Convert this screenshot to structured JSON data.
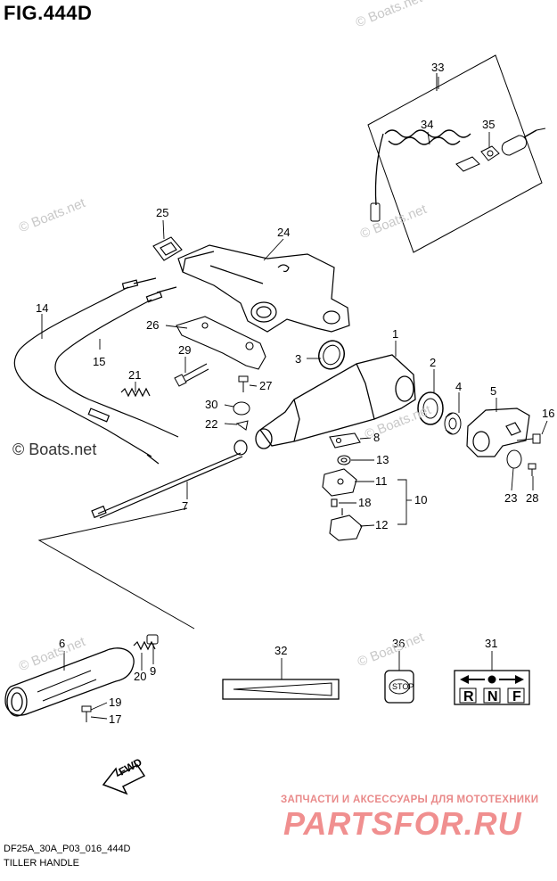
{
  "figure": {
    "title": "FIG.444D",
    "code": "DF25A_30A_P03_016_444D",
    "name": "TILLER HANDLE"
  },
  "watermarks": {
    "boats": "© Boats.net",
    "boats_dark": "© Boats.net",
    "partsfor_sub": "ЗАПЧАСТИ И АКСЕССУАРЫ ДЛЯ МОТОТЕХНИКИ",
    "partsfor_main": "PARTSFOR.RU"
  },
  "decal_text": {
    "stop": "STOP",
    "fwd": "FWD",
    "r": "R",
    "n": "N",
    "f": "F"
  },
  "callouts": [
    "1",
    "2",
    "3",
    "4",
    "5",
    "6",
    "7",
    "8",
    "9",
    "10",
    "11",
    "12",
    "13",
    "14",
    "15",
    "16",
    "17",
    "18",
    "19",
    "20",
    "21",
    "22",
    "23",
    "24",
    "25",
    "26",
    "27",
    "28",
    "29",
    "30",
    "31",
    "32",
    "33",
    "34",
    "35",
    "36"
  ]
}
